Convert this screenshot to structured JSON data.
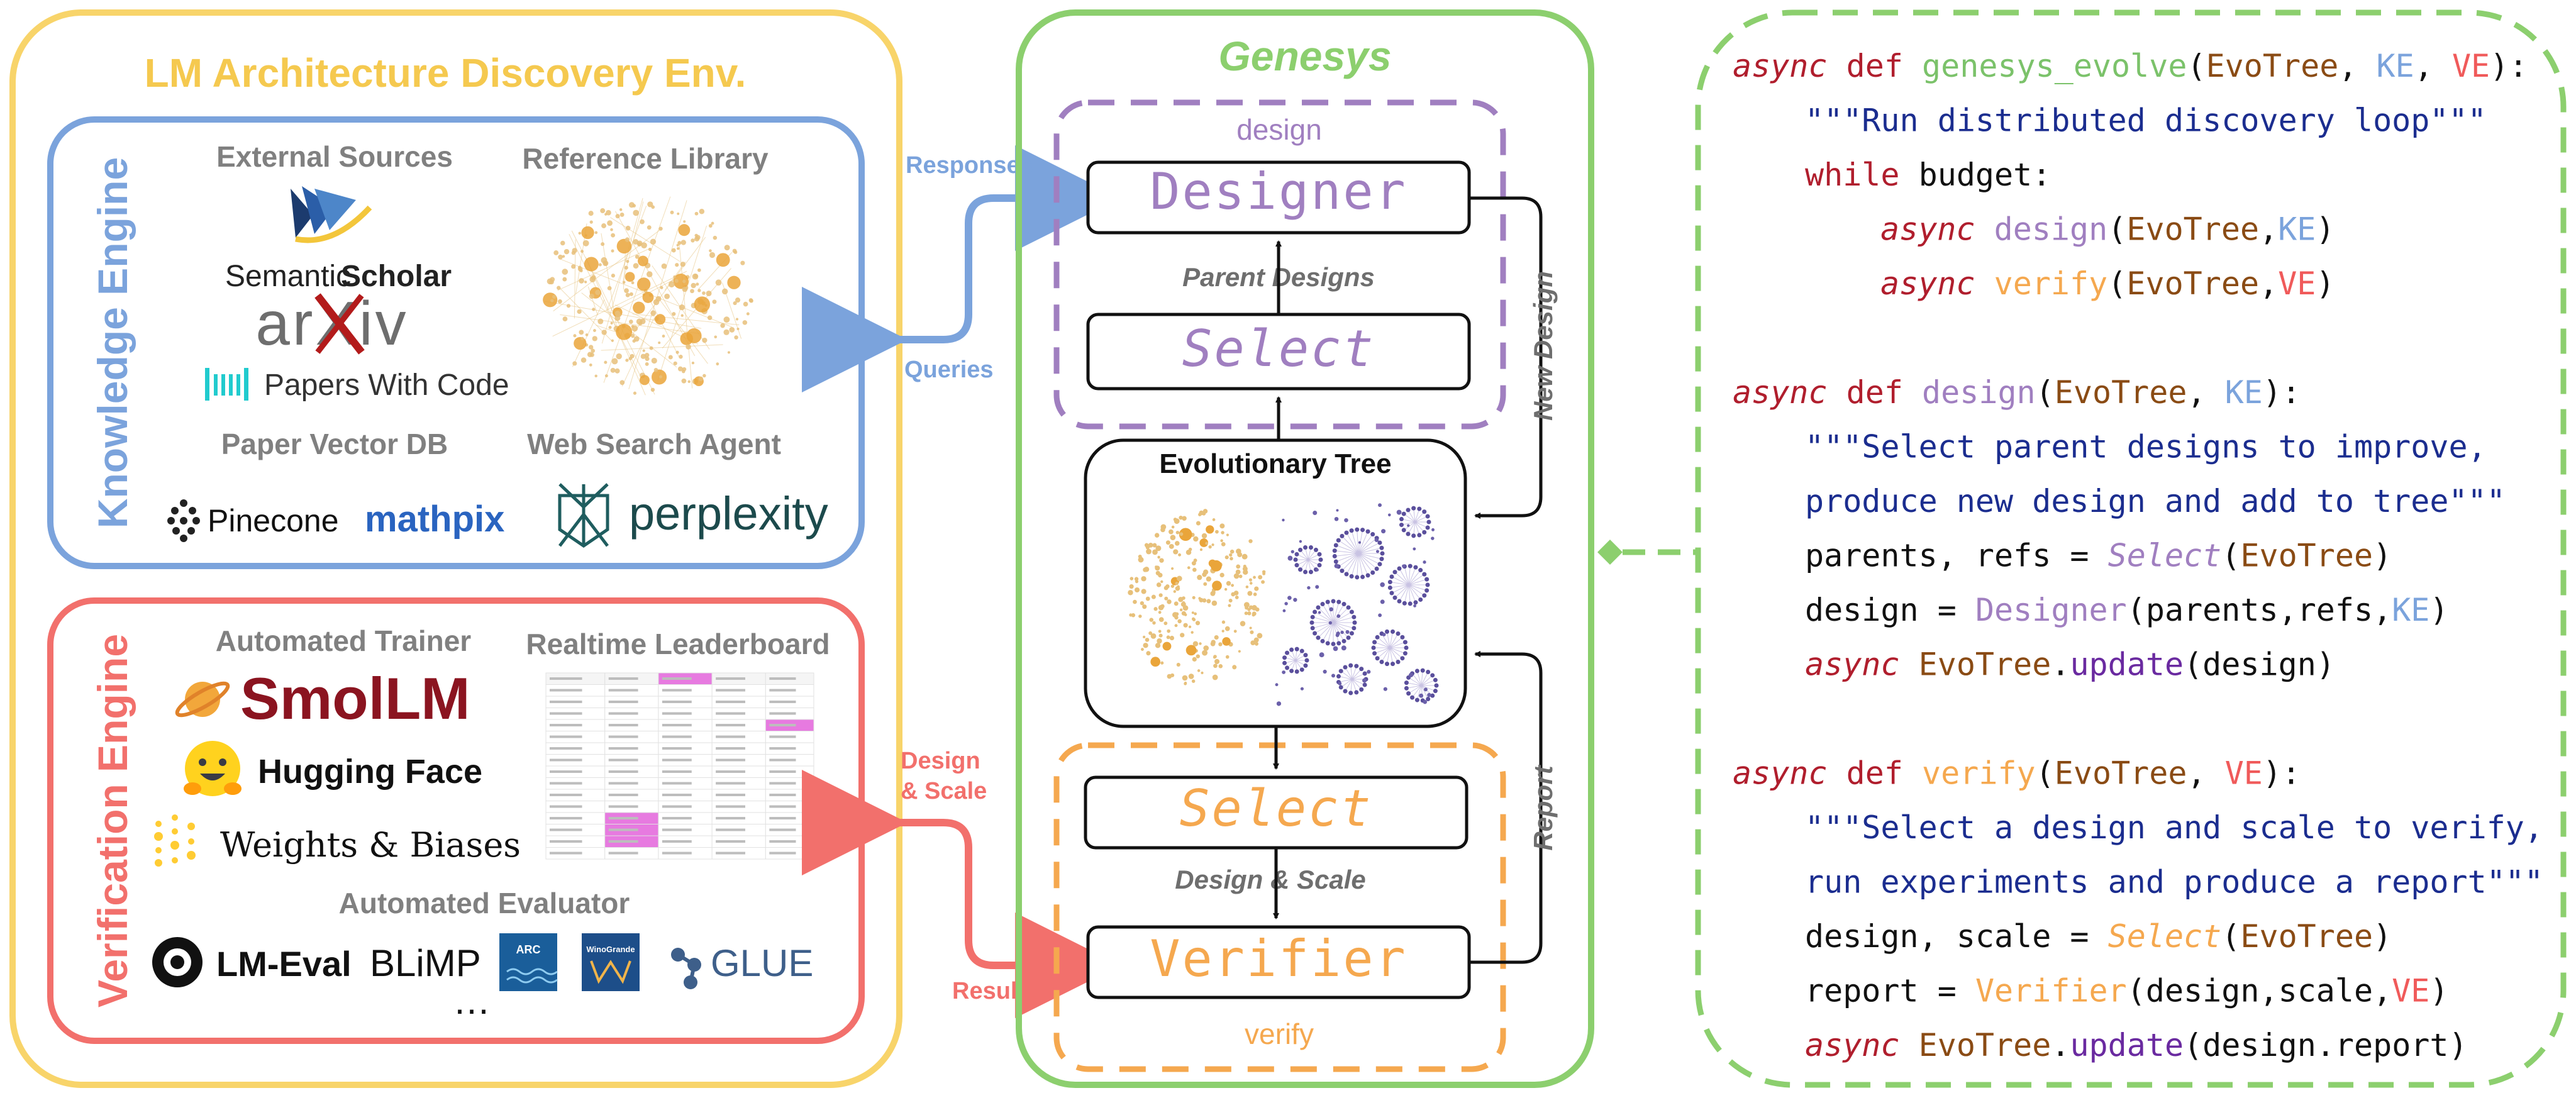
{
  "env": {
    "title": "LM Architecture Discovery Env.",
    "colors": {
      "env_border": "#f8d46a",
      "env_title": "#f5c94f"
    }
  },
  "knowledge_engine": {
    "label": "Knowledge Engine",
    "color": "#7ba3dc",
    "external_sources": {
      "heading": "External Sources",
      "semantic_scholar_a": "Semantic",
      "semantic_scholar_b": "Scholar",
      "arxiv": "arXiv",
      "papers_with_code": "Papers With Code"
    },
    "reference_library": {
      "heading": "Reference Library"
    },
    "paper_vector_db": {
      "heading": "Paper Vector DB",
      "pinecone": "Pinecone",
      "mathpix": "mathpix"
    },
    "web_search_agent": {
      "heading": "Web Search Agent",
      "perplexity": "perplexity"
    }
  },
  "verification_engine": {
    "label": "Verification Engine",
    "color": "#f2706c",
    "automated_trainer": {
      "heading": "Automated Trainer",
      "smollm": "SmolLM",
      "hugging_face": "Hugging Face",
      "wandb": "Weights & Biases"
    },
    "leaderboard": {
      "heading": "Realtime Leaderboard"
    },
    "automated_evaluator": {
      "heading": "Automated Evaluator",
      "lm_eval": "LM-Eval",
      "blimp": "BLiMP",
      "arc": "ARC",
      "winogrande": "WinoGrande",
      "glue": "GLUE",
      "more": "…"
    }
  },
  "arrows": {
    "responses": "Responses",
    "queries": "Queries",
    "design_scale_a": "Design",
    "design_scale_b": "& Scale",
    "results": "Results"
  },
  "genesys": {
    "title": "Genesys",
    "color": "#8ccf6e",
    "design_group": {
      "label": "design",
      "color": "#a07fc0"
    },
    "verify_group": {
      "label": "verify",
      "color": "#f5a84f"
    },
    "designer": "Designer",
    "select_top": "Select",
    "parent_designs": "Parent Designs",
    "new_design": "New Design",
    "evolutionary_tree": "Evolutionary Tree",
    "select_bottom": "Select",
    "design_and_scale": "Design & Scale",
    "report": "Report",
    "verifier": "Verifier"
  },
  "code": {
    "colors": {
      "keyword": "#b01e2d",
      "evolve_fn": "#7bc26a",
      "design_fn": "#a07fc0",
      "verify_fn": "#f5a84f",
      "evotree": "#8a4b14",
      "ke": "#7ba3dc",
      "ve": "#f05a5a",
      "docstring": "#1b2d8f",
      "plain": "#111111",
      "method": "#6a2aa0"
    },
    "lines": [
      {
        "indent": 0,
        "parts": [
          {
            "t": "async",
            "c": "keyword",
            "i": true
          },
          {
            "t": " def ",
            "c": "keyword"
          },
          {
            "t": "genesys_evolve",
            "c": "evolve_fn"
          },
          {
            "t": "(",
            "c": "plain"
          },
          {
            "t": "EvoTree",
            "c": "evotree"
          },
          {
            "t": ", ",
            "c": "plain"
          },
          {
            "t": "KE",
            "c": "ke"
          },
          {
            "t": ", ",
            "c": "plain"
          },
          {
            "t": "VE",
            "c": "ve"
          },
          {
            "t": "):",
            "c": "plain"
          }
        ]
      },
      {
        "indent": 1,
        "parts": [
          {
            "t": "\"\"\"Run distributed discovery loop\"\"\"",
            "c": "docstring"
          }
        ]
      },
      {
        "indent": 1,
        "parts": [
          {
            "t": "while",
            "c": "keyword"
          },
          {
            "t": " budget:",
            "c": "plain"
          }
        ]
      },
      {
        "indent": 2,
        "parts": [
          {
            "t": "async",
            "c": "keyword",
            "i": true
          },
          {
            "t": " ",
            "c": "plain"
          },
          {
            "t": "design",
            "c": "design_fn"
          },
          {
            "t": "(",
            "c": "plain"
          },
          {
            "t": "EvoTree",
            "c": "evotree"
          },
          {
            "t": ",",
            "c": "plain"
          },
          {
            "t": "KE",
            "c": "ke"
          },
          {
            "t": ")",
            "c": "plain"
          }
        ]
      },
      {
        "indent": 2,
        "parts": [
          {
            "t": "async",
            "c": "keyword",
            "i": true
          },
          {
            "t": " ",
            "c": "plain"
          },
          {
            "t": "verify",
            "c": "verify_fn"
          },
          {
            "t": "(",
            "c": "plain"
          },
          {
            "t": "EvoTree",
            "c": "evotree"
          },
          {
            "t": ",",
            "c": "plain"
          },
          {
            "t": "VE",
            "c": "ve"
          },
          {
            "t": ")",
            "c": "plain"
          }
        ]
      },
      {
        "indent": -1,
        "parts": []
      },
      {
        "indent": 0,
        "parts": [
          {
            "t": "async",
            "c": "keyword",
            "i": true
          },
          {
            "t": " def ",
            "c": "keyword"
          },
          {
            "t": "design",
            "c": "design_fn"
          },
          {
            "t": "(",
            "c": "plain"
          },
          {
            "t": "EvoTree",
            "c": "evotree"
          },
          {
            "t": ", ",
            "c": "plain"
          },
          {
            "t": "KE",
            "c": "ke"
          },
          {
            "t": "):",
            "c": "plain"
          }
        ]
      },
      {
        "indent": 1,
        "parts": [
          {
            "t": "\"\"\"Select parent designs to improve,",
            "c": "docstring"
          }
        ]
      },
      {
        "indent": 1,
        "parts": [
          {
            "t": "produce new design and add to tree\"\"\"",
            "c": "docstring"
          }
        ]
      },
      {
        "indent": 1,
        "parts": [
          {
            "t": "parents, refs = ",
            "c": "plain"
          },
          {
            "t": "Select",
            "c": "design_fn",
            "i": true
          },
          {
            "t": "(",
            "c": "plain"
          },
          {
            "t": "EvoTree",
            "c": "evotree"
          },
          {
            "t": ")",
            "c": "plain"
          }
        ]
      },
      {
        "indent": 1,
        "parts": [
          {
            "t": "design = ",
            "c": "plain"
          },
          {
            "t": "Designer",
            "c": "design_fn"
          },
          {
            "t": "(parents,refs,",
            "c": "plain"
          },
          {
            "t": "KE",
            "c": "ke"
          },
          {
            "t": ")",
            "c": "plain"
          }
        ]
      },
      {
        "indent": 1,
        "parts": [
          {
            "t": "async",
            "c": "keyword",
            "i": true
          },
          {
            "t": " ",
            "c": "plain"
          },
          {
            "t": "EvoTree",
            "c": "evotree"
          },
          {
            "t": ".",
            "c": "plain"
          },
          {
            "t": "update",
            "c": "method"
          },
          {
            "t": "(design)",
            "c": "plain"
          }
        ]
      },
      {
        "indent": -1,
        "parts": []
      },
      {
        "indent": 0,
        "parts": [
          {
            "t": "async",
            "c": "keyword",
            "i": true
          },
          {
            "t": " def ",
            "c": "keyword"
          },
          {
            "t": "verify",
            "c": "verify_fn"
          },
          {
            "t": "(",
            "c": "plain"
          },
          {
            "t": "EvoTree",
            "c": "evotree"
          },
          {
            "t": ", ",
            "c": "plain"
          },
          {
            "t": "VE",
            "c": "ve"
          },
          {
            "t": "):",
            "c": "plain"
          }
        ]
      },
      {
        "indent": 1,
        "parts": [
          {
            "t": "\"\"\"Select a design and scale to verify,",
            "c": "docstring"
          }
        ]
      },
      {
        "indent": 1,
        "parts": [
          {
            "t": "run experiments and produce a report\"\"\"",
            "c": "docstring"
          }
        ]
      },
      {
        "indent": 1,
        "parts": [
          {
            "t": "design, scale = ",
            "c": "plain"
          },
          {
            "t": "Select",
            "c": "verify_fn",
            "i": true
          },
          {
            "t": "(",
            "c": "plain"
          },
          {
            "t": "EvoTree",
            "c": "evotree"
          },
          {
            "t": ")",
            "c": "plain"
          }
        ]
      },
      {
        "indent": 1,
        "parts": [
          {
            "t": "report = ",
            "c": "plain"
          },
          {
            "t": "Verifier",
            "c": "verify_fn"
          },
          {
            "t": "(design,scale,",
            "c": "plain"
          },
          {
            "t": "VE",
            "c": "ve"
          },
          {
            "t": ")",
            "c": "plain"
          }
        ]
      },
      {
        "indent": 1,
        "parts": [
          {
            "t": "async",
            "c": "keyword",
            "i": true
          },
          {
            "t": " ",
            "c": "plain"
          },
          {
            "t": "EvoTree",
            "c": "evotree"
          },
          {
            "t": ".",
            "c": "plain"
          },
          {
            "t": "update",
            "c": "method"
          },
          {
            "t": "(design.report)",
            "c": "plain"
          }
        ]
      }
    ]
  }
}
